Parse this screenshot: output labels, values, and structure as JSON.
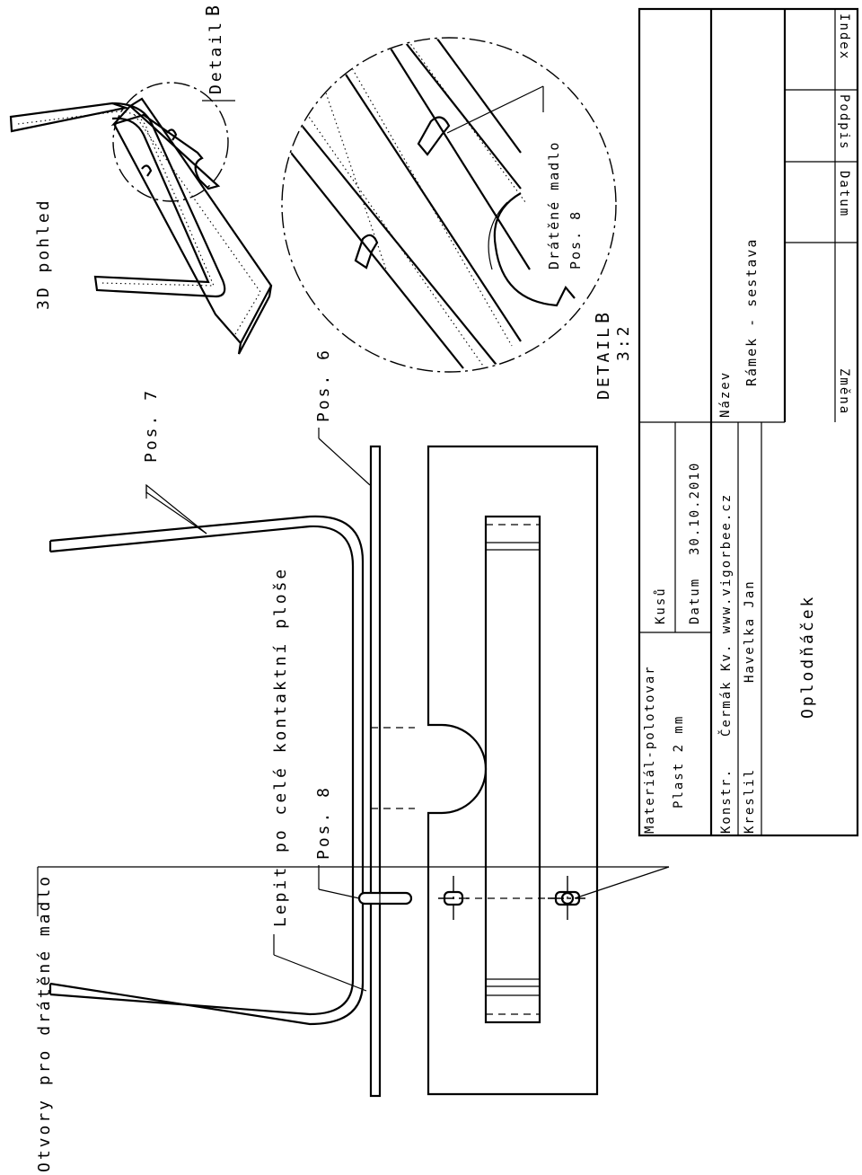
{
  "labels": {
    "view3d": "3D pohled",
    "detail_b_callout": "Detail",
    "letter_b": "B",
    "pos7": "Pos. 7",
    "pos6": "Pos. 6",
    "pos8": "Pos. 8",
    "glue_note": "Lepit po celé kontaktní ploše",
    "holes_note": "Otvory pro drátěné madlo",
    "wire_handle": "Drátěné madlo",
    "detail_pos8": "Pos. 8",
    "detail_title": "DETAIL",
    "detail_scale": "3:2"
  },
  "title_block": {
    "material_header": "Materiál-polotovar",
    "material_value": "Plast 2 mm",
    "pieces_header": "Kusů",
    "date_label": "Datum",
    "date_value": "30.10.2010",
    "konstr_label": "Konstr.",
    "konstr_value": "Čermák Kv. www.vigorbee.cz",
    "kreslil_label": "Kreslil",
    "kreslil_value": "Havelka Jan",
    "product": "Oplodňáček",
    "name_header": "Název",
    "name_value": "Rámek - sestava",
    "rev_index": "Index",
    "rev_signature": "Podpis",
    "rev_date": "Datum",
    "rev_change": "Změna"
  }
}
